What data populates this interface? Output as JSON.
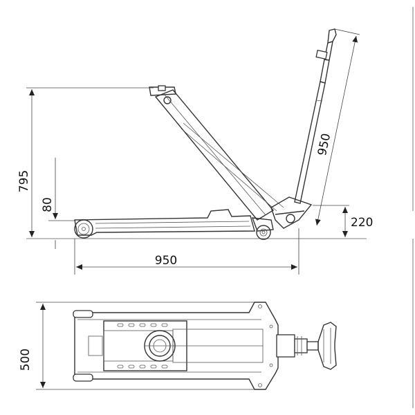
{
  "side_view": {
    "dim_total_height": "795",
    "dim_lowered_height": "80",
    "dim_handle_length": "950",
    "dim_handle_pivot_height": "220",
    "dim_length": "950"
  },
  "top_view": {
    "dim_width": "500"
  }
}
